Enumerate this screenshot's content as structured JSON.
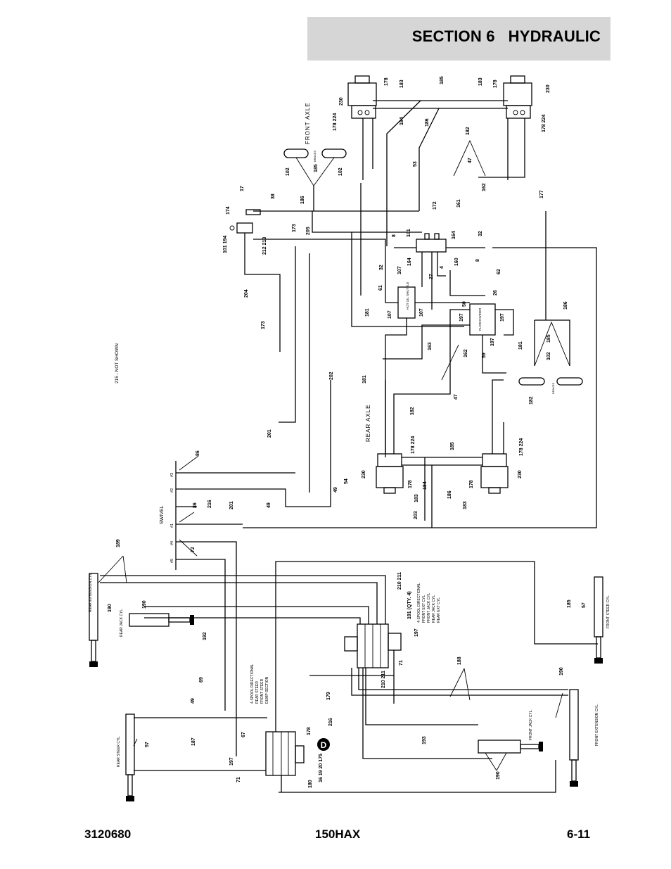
{
  "header": {
    "section_title": "SECTION 6   HYDRAULIC"
  },
  "footer": {
    "doc_number": "3120680",
    "model": "150HAX",
    "page": "6-11"
  },
  "diagram": {
    "note": "215 - NOT SHOWN",
    "front_axle_label": "FRONT AXLE",
    "rear_axle_label": "REAR AXLE",
    "swivel_label": "SWIVEL",
    "brakes_label": "BRAKES",
    "swivel_ports": [
      "#1",
      "#2",
      "#3",
      "#4",
      "#5"
    ],
    "valve_4spool_a": [
      "4-SPOOL DIRECTIONAL",
      "FRONT EXT CYL",
      "FRONT JACK CYL",
      "REAR JACK CYL",
      "REAR EXT CYL"
    ],
    "valve_4spool_b": [
      "4-SPOOL DIRECTIONAL",
      "REAR STEER",
      "FRONT STEER",
      "DUMP SECTION"
    ],
    "cylinders": {
      "rear_extension": "REAR EXTENSION CYL.",
      "rear_jack": "REAR JACK CYL.",
      "rear_steer": "REAR STEER CYL.",
      "front_steer": "FRONT STEER CYL.",
      "front_extension": "FRONT EXTENSION CYL.",
      "front_jack": "FRONT JACK CYL."
    },
    "valve_labels": {
      "hot_oil_shuttle": "HOT OIL SHUTTLE",
      "flow_divider": "FLOW DIVIDER",
      "detail_letter": "D"
    },
    "callouts": {
      "c230a": "230",
      "c178a": "178",
      "c183a": "183",
      "c185a": "185",
      "c183b": "183",
      "c178b": "178",
      "c230b": "230",
      "c184a": "184",
      "c186a": "186",
      "c178_224a": "178 224",
      "c178_224b": "178 224",
      "c182a": "182",
      "c53": "53",
      "c47a": "47",
      "c162a": "162",
      "c102a": "102",
      "c185b": "185",
      "c102b": "102",
      "c17": "17",
      "c38": "38",
      "c174": "174",
      "c186b": "186",
      "c173a": "173",
      "c205": "205",
      "c101_194": "101 194",
      "c212_213": "212 213",
      "c172": "172",
      "c161": "161",
      "c177": "177",
      "c8a": "8",
      "c101b": "101",
      "c164a": "164",
      "c164b": "164",
      "c32a": "32",
      "c32b": "32",
      "c8b": "8",
      "c62": "62",
      "c107a": "107",
      "c61": "61",
      "c27": "27",
      "c4": "4",
      "c160": "160",
      "c181a": "181",
      "c107b": "107",
      "c107c": "107",
      "c50": "50",
      "c26": "26",
      "c197a": "197",
      "c197b": "197",
      "c197c": "197",
      "c186c": "186",
      "c185c": "185",
      "c102c": "102",
      "c173b": "173",
      "c204": "204",
      "c163": "163",
      "c59": "59",
      "c181b": "181",
      "c162b": "162",
      "c47b": "47",
      "c202": "202",
      "c181c": "181",
      "c182b": "182",
      "c182c": "182",
      "c201a": "201",
      "c178_224c": "178 224",
      "c178_224d": "178 224",
      "c185d": "185",
      "c230c": "230",
      "c178c": "178",
      "c184b": "184",
      "c186d": "186",
      "c178d": "178",
      "c230d": "230",
      "c183c": "183",
      "c183d": "183",
      "c203": "203",
      "c86a": "86",
      "c86b": "86",
      "c216a": "216",
      "c201b": "201",
      "c49a": "49",
      "c49b": "49",
      "c54": "54",
      "c72": "72",
      "c189": "189",
      "c190a": "190",
      "c190b": "190",
      "c192": "192",
      "c210_211a": "210 211",
      "c191": "191 (QTY. 4)",
      "c197d": "197",
      "c71a": "71",
      "c210_211b": "210 211",
      "c185e": "185",
      "c57a": "57",
      "c69": "69",
      "c49c": "49",
      "c179": "179",
      "c216b": "216",
      "c188": "188",
      "c190c": "190",
      "c57b": "57",
      "c187": "187",
      "c67": "67",
      "c178e": "178",
      "c197e": "197",
      "c71b": "71",
      "c180": "180",
      "c16_175": "16 19 20 175",
      "c193": "193",
      "c190d": "190"
    }
  }
}
